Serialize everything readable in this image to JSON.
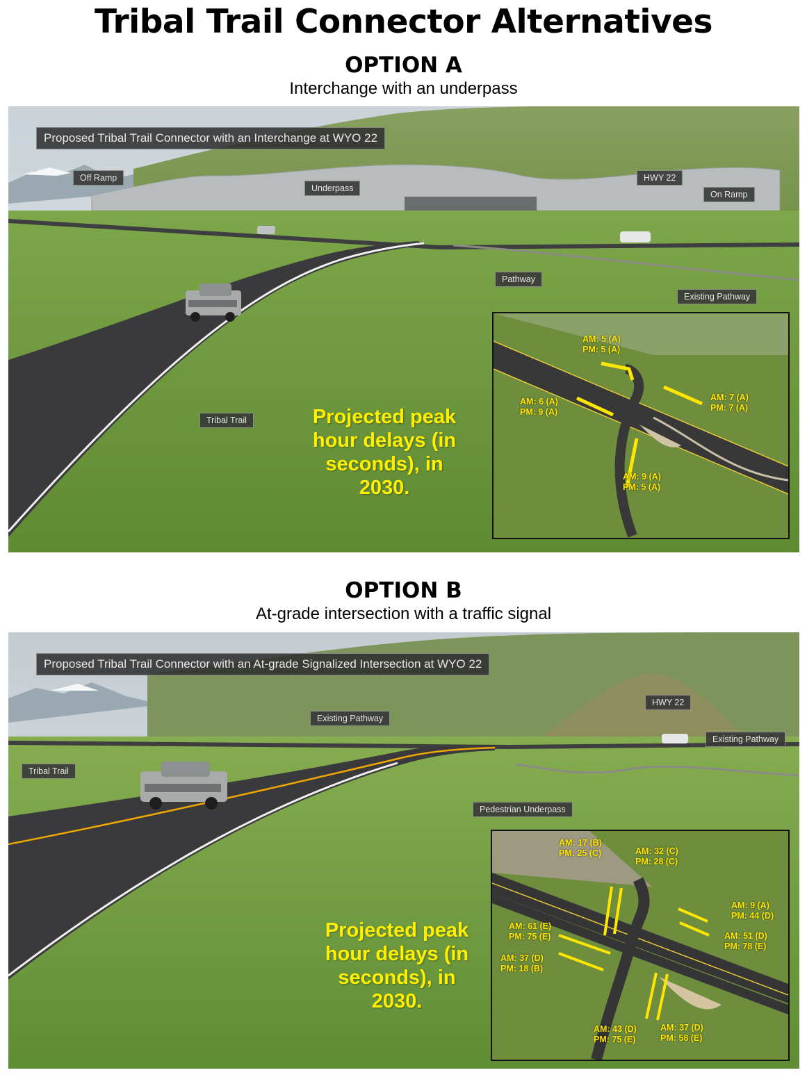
{
  "title": "Tribal Trail Connector Alternatives",
  "option_a": {
    "heading": "OPTION A",
    "subtitle": "Interchange with an underpass",
    "banner": "Proposed Tribal Trail Connector with an Interchange at WYO 22",
    "labels": {
      "off_ramp": "Off Ramp",
      "underpass": "Underpass",
      "hwy22": "HWY 22",
      "on_ramp": "On Ramp",
      "pathway": "Pathway",
      "existing_pathway": "Existing Pathway",
      "tribal_trail": "Tribal Trail"
    },
    "note": [
      "Projected peak",
      "hour delays (in",
      "seconds), in",
      "2030."
    ],
    "delays": [
      {
        "am": "AM: 5 (A)",
        "pm": "PM: 5 (A)"
      },
      {
        "am": "AM: 7 (A)",
        "pm": "PM: 7 (A)"
      },
      {
        "am": "AM: 6 (A)",
        "pm": "PM: 9 (A)"
      },
      {
        "am": "AM:  9 (A)",
        "pm": "PM:  5 (A)"
      }
    ]
  },
  "option_b": {
    "heading": "OPTION B",
    "subtitle": "At-grade intersection with a traffic signal",
    "banner": "Proposed Tribal Trail Connector with an At-grade Signalized Intersection at WYO 22",
    "labels": {
      "existing_pathway_left": "Existing Pathway",
      "hwy22": "HWY 22",
      "existing_pathway_right": "Existing Pathway",
      "tribal_trail": "Tribal Trail",
      "pedestrian_underpass": "Pedestrian Underpass"
    },
    "note": [
      "Projected peak",
      "hour delays (in",
      "seconds), in",
      "2030."
    ],
    "delays": [
      {
        "am": "AM: 17 (B)",
        "pm": "PM: 25 (C)"
      },
      {
        "am": "AM: 32 (C)",
        "pm": "PM: 28 (C)"
      },
      {
        "am": "AM:  9 (A)",
        "pm": "PM: 44 (D)"
      },
      {
        "am": "AM: 61 (E)",
        "pm": "PM: 75 (E)"
      },
      {
        "am": "AM: 51 (D)",
        "pm": "PM: 78 (E)"
      },
      {
        "am": "AM: 37 (D)",
        "pm": "PM: 18 (B)"
      },
      {
        "am": "AM: 43 (D)",
        "pm": "PM: 75 (E)"
      },
      {
        "am": "AM: 37 (D)",
        "pm": "PM: 58 (E)"
      }
    ]
  },
  "colors": {
    "label_yellow": "#ffef00",
    "road": "#3a3a3c",
    "grass": "#6e9a3e"
  }
}
